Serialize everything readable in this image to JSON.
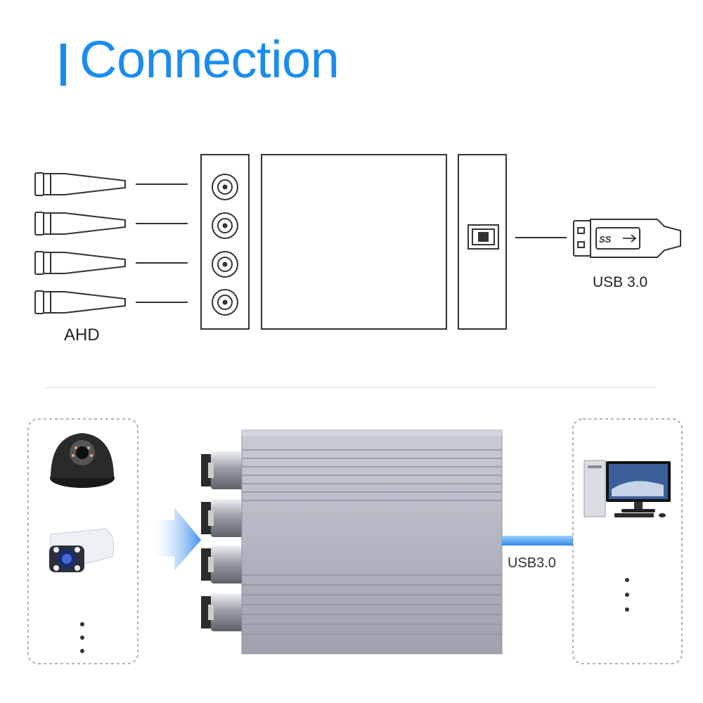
{
  "header": {
    "title": "Connection",
    "accent_color": "#1a8cf0"
  },
  "diagram": {
    "input_label": "AHD",
    "input_count": 4,
    "output_label": "USB 3.0",
    "usb_logo_text": "SS"
  },
  "photo": {
    "cable_label": "USB3.0",
    "left_panel_icons": [
      "dome-camera-icon",
      "bullet-camera-icon",
      "more-dots-icon"
    ],
    "right_panel_icons": [
      "desktop-computer-icon",
      "more-dots-icon"
    ]
  }
}
